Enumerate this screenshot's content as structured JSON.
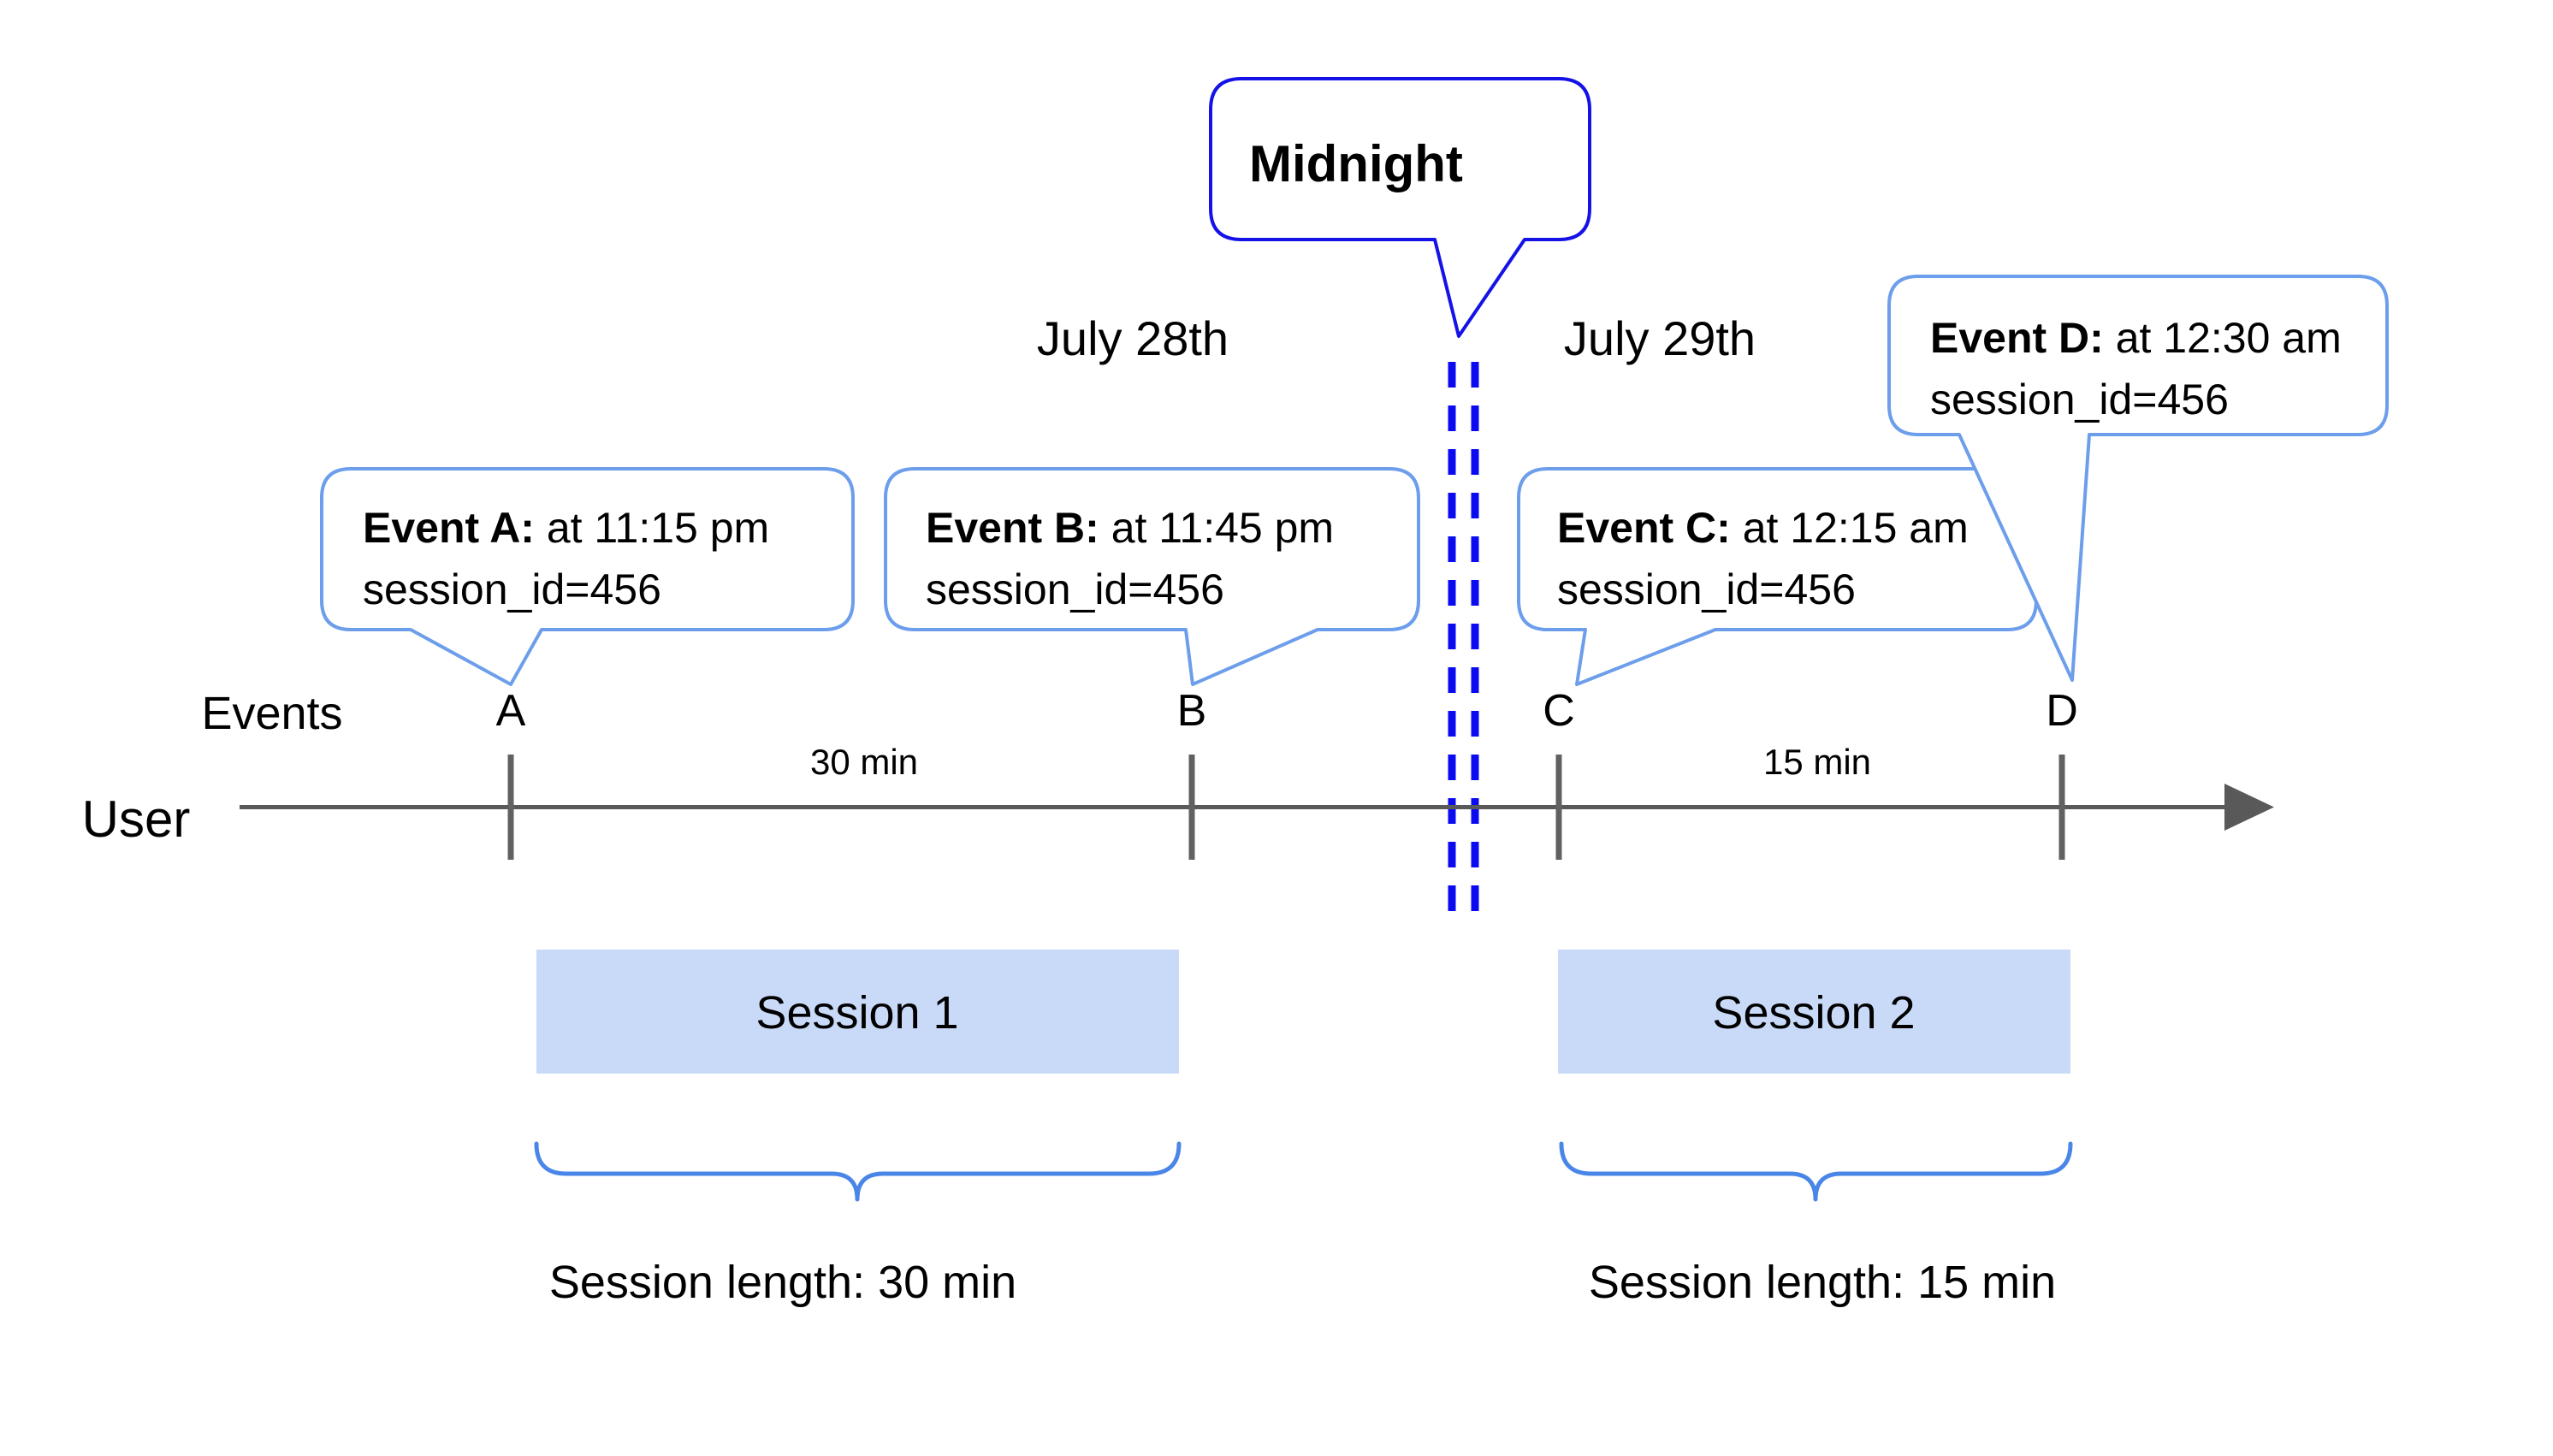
{
  "midnight": {
    "label": "Midnight"
  },
  "dates": {
    "left": "July 28th",
    "right": "July 29th"
  },
  "labels": {
    "events": "Events",
    "user": "User"
  },
  "gaps": {
    "ab": "30 min",
    "cd": "15 min"
  },
  "events": [
    {
      "letter": "A",
      "title_bold": "Event A:",
      "title_rest": " at 11:15 pm",
      "subtitle": "session_id=456"
    },
    {
      "letter": "B",
      "title_bold": "Event B:",
      "title_rest": " at 11:45 pm",
      "subtitle": "session_id=456"
    },
    {
      "letter": "C",
      "title_bold": "Event C:",
      "title_rest": " at 12:15 am",
      "subtitle": "session_id=456"
    },
    {
      "letter": "D",
      "title_bold": "Event D:",
      "title_rest": " at 12:30 am",
      "subtitle": "session_id=456"
    }
  ],
  "sessions": [
    {
      "label": "Session 1",
      "length_label": "Session length: 30 min"
    },
    {
      "label": "Session 2",
      "length_label": "Session length: 15 min"
    }
  ],
  "colors": {
    "callout_border": "#6d9eeb",
    "midnight_border": "#1512e8",
    "dashed_line": "#0b0bf2",
    "session_fill": "#c9daf8",
    "brace": "#4a86e8",
    "axis_gray": "#595959",
    "text": "#000000"
  }
}
